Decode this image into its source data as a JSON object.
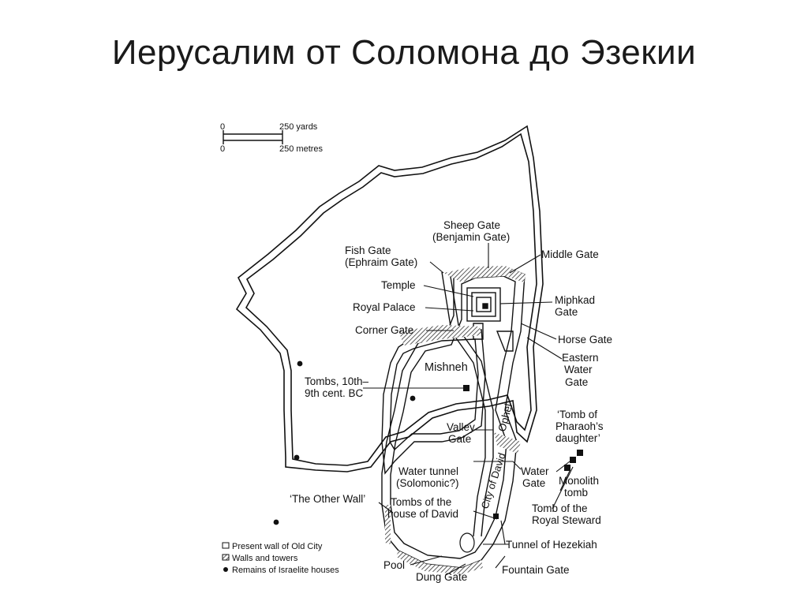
{
  "title": "Иерусалим от Соломона до Эзекии",
  "scale": {
    "zero_top": "0",
    "yards": "250 yards",
    "zero_bottom": "0",
    "metres": "250 metres"
  },
  "labels": {
    "sheep_gate_1": "Sheep Gate",
    "sheep_gate_2": "(Benjamin Gate)",
    "fish_gate_1": "Fish Gate",
    "fish_gate_2": "(Ephraim Gate)",
    "middle_gate": "Middle Gate",
    "temple": "Temple",
    "miphkad_1": "Miphkad",
    "miphkad_2": "Gate",
    "royal_palace": "Royal Palace",
    "corner_gate": "Corner Gate",
    "horse_gate": "Horse Gate",
    "eastern_1": "Eastern",
    "eastern_2": "Water",
    "eastern_3": "Gate",
    "mishneh": "Mishneh",
    "tombs_1": "Tombs, 10th–",
    "tombs_2": "9th cent. BC",
    "ophel": "Ophel",
    "pharaoh_1": "‘Tomb of",
    "pharaoh_2": "Pharaoh’s",
    "pharaoh_3": "daughter’",
    "valley_1": "Valley",
    "valley_2": "Gate",
    "water_tunnel_1": "Water tunnel",
    "water_tunnel_2": "(Solomonic?)",
    "water_gate_1": "Water",
    "water_gate_2": "Gate",
    "monolith_1": "Monolith",
    "monolith_2": "tomb",
    "city_david": "City of David",
    "other_wall": "‘The Other Wall’",
    "tombs_house_1": "Tombs of the",
    "tombs_house_2": "house of David",
    "steward_1": "Tomb of the",
    "steward_2": "Royal Steward",
    "hezekiah": "Tunnel of Hezekiah",
    "pool": "Pool",
    "fountain_gate": "Fountain Gate",
    "dung_gate": "Dung Gate"
  },
  "legend": {
    "present_wall": "Present wall of Old City",
    "walls_towers": "Walls and towers",
    "remains": "Remains of Israelite houses"
  }
}
